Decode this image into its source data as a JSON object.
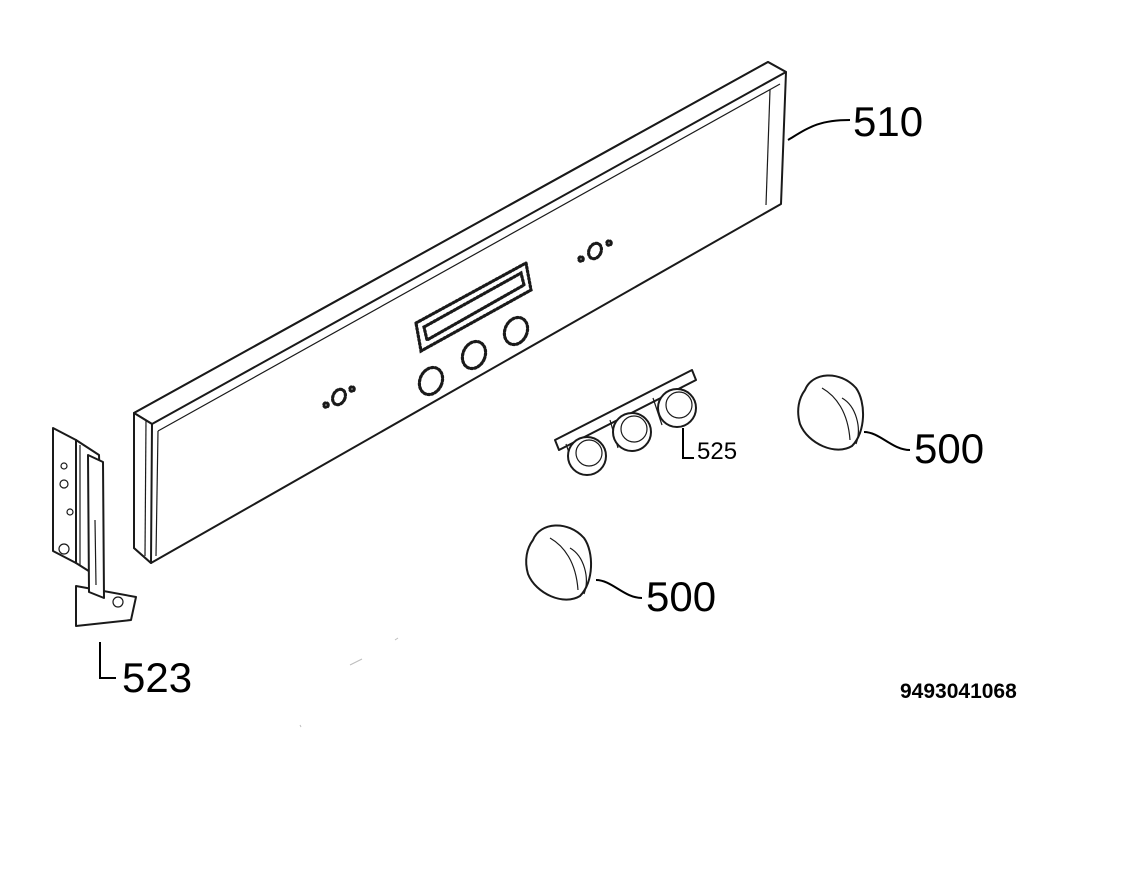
{
  "labels": {
    "panel": "510",
    "knob_right": "500",
    "knob_left": "500",
    "switch_block": "525",
    "side_bracket": "523"
  },
  "document_number": "9493041068"
}
